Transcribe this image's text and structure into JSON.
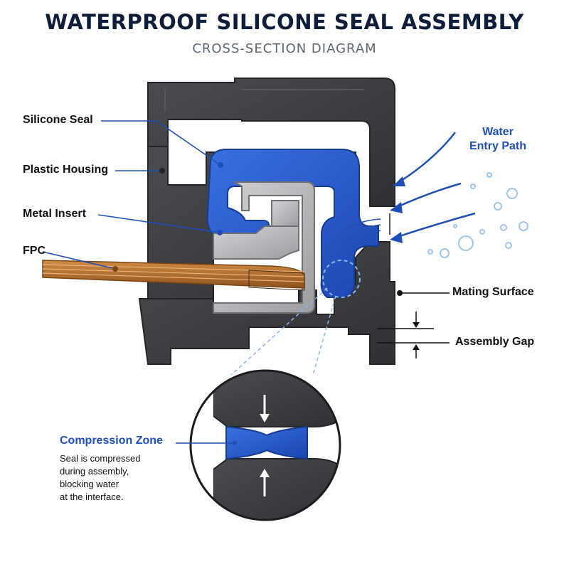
{
  "title": "WATERPROOF SILICONE SEAL ASSEMBLY",
  "subtitle": "CROSS-SECTION DIAGRAM",
  "labels": {
    "silicone_seal": "Silicone Seal",
    "plastic_housing": "Plastic Housing",
    "metal_insert": "Metal Insert",
    "fpc": "FPC",
    "water_entry": [
      "Water",
      "Entry Path"
    ],
    "mating_surface": "Mating Surface",
    "assembly_gap": "Assembly Gap"
  },
  "compression_zone": {
    "title": "Compression Zone",
    "description": [
      "Seal is compressed",
      "during assembly,",
      "blocking water",
      "at the interface."
    ]
  },
  "colors": {
    "housing": "#3b3d41",
    "housing_edge": "#232427",
    "seal": "#2457c9",
    "metal": "#b4b5b7",
    "fpc": "#b9732f",
    "accent_blue": "#1f4fb4",
    "water_drop": "#9ec5ea"
  }
}
